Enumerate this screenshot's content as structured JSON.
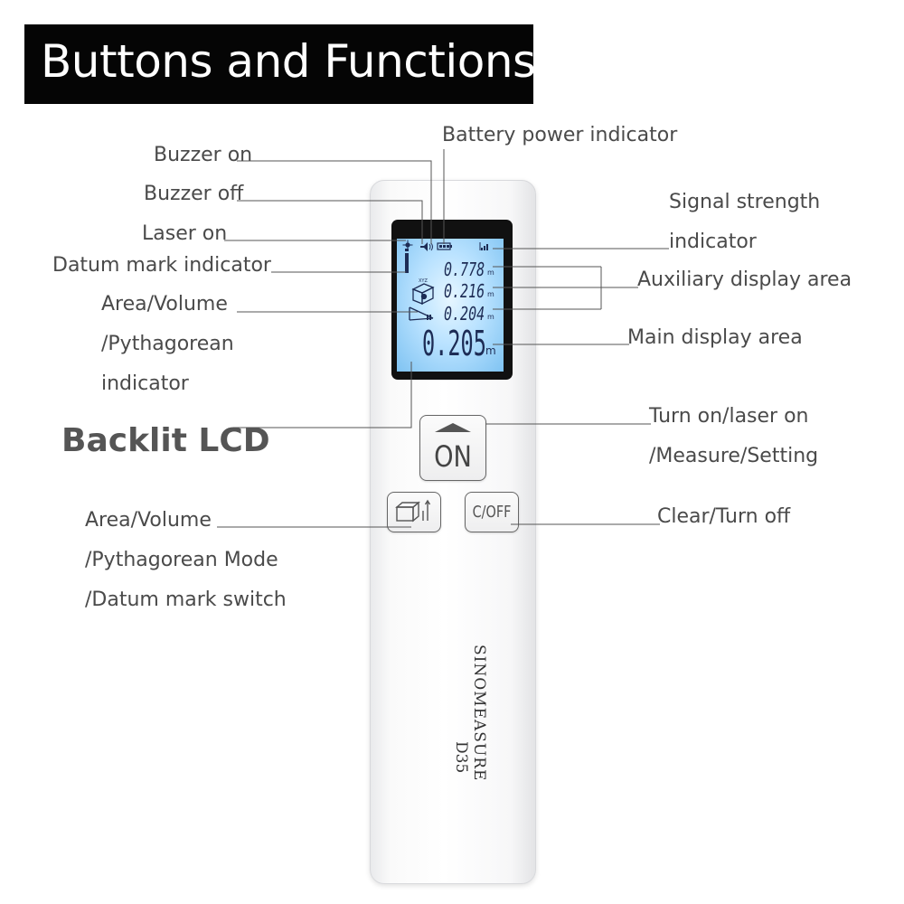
{
  "title": "Buttons and Functions",
  "callouts": {
    "battery_power_indicator": "Battery power indicator",
    "buzzer_on": "Buzzer on",
    "buzzer_off": "Buzzer off",
    "laser_on": "Laser on",
    "datum_mark_indicator": "Datum mark indicator",
    "area_volume_indicator": [
      "Area/Volume",
      "/Pythagorean",
      "indicator"
    ],
    "backlit_lcd": "Backlit LCD",
    "signal_strength_indicator": [
      "Signal strength",
      "indicator"
    ],
    "auxiliary_display_area": "Auxiliary display area",
    "main_display_area": "Main display area",
    "on_button_function": [
      "Turn on/laser on",
      "/Measure/Setting"
    ],
    "coff_button_function": "Clear/Turn off",
    "mode_button_function": [
      "Area/Volume",
      "/Pythagorean Mode",
      "/Datum mark switch"
    ]
  },
  "device": {
    "brand": "SINOMEASURE",
    "model": "D35",
    "buttons": {
      "on_label": "ON",
      "coff_label": "C/OFF"
    },
    "lcd": {
      "aux_values": [
        "0.778",
        "0.216",
        "0.204"
      ],
      "main_value": "0.205",
      "unit": "m",
      "small_icon_text": "XYZ"
    }
  },
  "colors": {
    "title_background": "#050505",
    "title_text": "#ffffff",
    "label_text": "#4a4a4a",
    "leader_line": "#555555",
    "lcd_backlight": "#b9e2ff",
    "lcd_frame": "#111111",
    "device_body": "#f7f7f8"
  }
}
